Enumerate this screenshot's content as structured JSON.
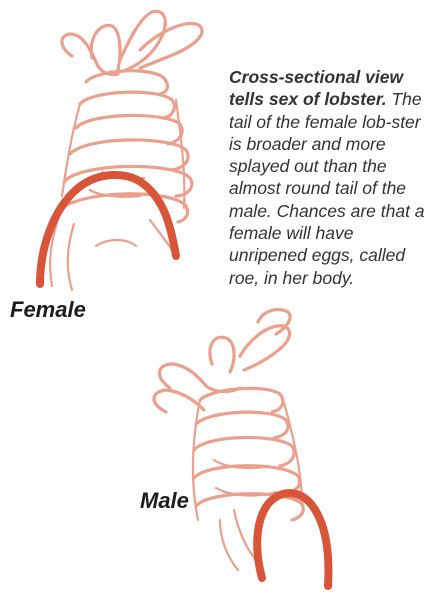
{
  "caption": {
    "heading": "Cross-sectional view tells sex of lobster.",
    "body": "The tail of the female lob-ster is broader and more splayed out than the almost round tail of the male. Chances are that a female will have unripened eggs, called roe, in her body."
  },
  "labels": {
    "female": "Female",
    "male": "Male"
  },
  "colors": {
    "outline": "#eaa08c",
    "cross_section": "#d9553a",
    "text": "#333333"
  }
}
